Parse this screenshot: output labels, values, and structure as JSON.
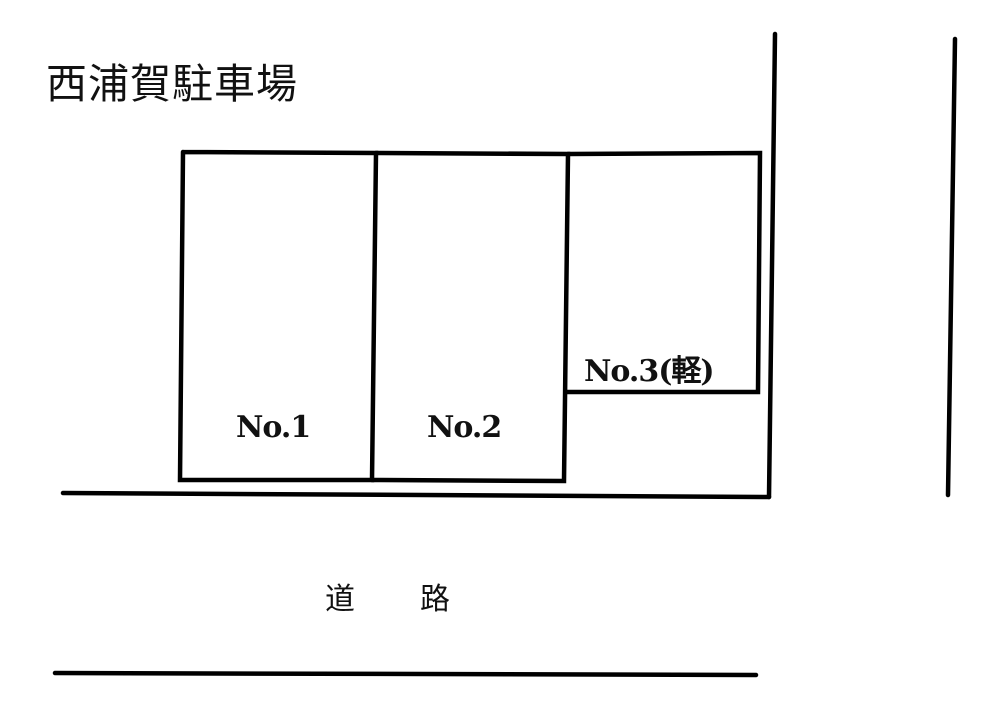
{
  "title": "西浦賀駐車場",
  "spaces": [
    {
      "label": "No.1"
    },
    {
      "label": "No.2"
    },
    {
      "label": "No.3(軽)"
    }
  ],
  "road": {
    "char1": "道",
    "char2": "路"
  },
  "colors": {
    "line": "#000000",
    "background": "#ffffff"
  }
}
